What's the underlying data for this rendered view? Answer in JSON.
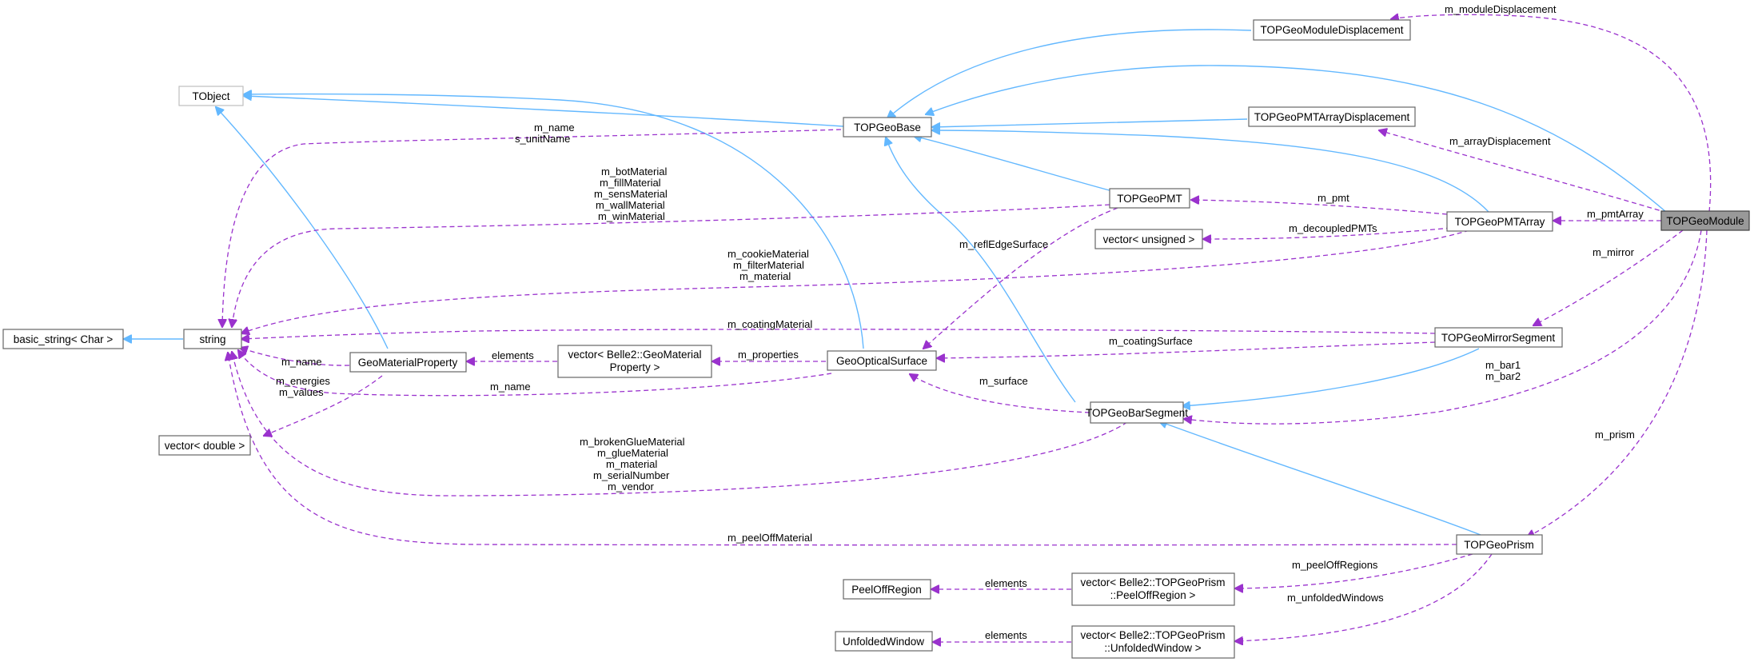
{
  "nodes": {
    "tobject": "TObject",
    "topgeobase": "TOPGeoBase",
    "topgeomoduledisplacement": "TOPGeoModuleDisplacement",
    "topgeopmtarraydisplacement": "TOPGeoPMTArrayDisplacement",
    "topgeopmt": "TOPGeoPMT",
    "topgeopmtarray": "TOPGeoPMTArray",
    "topgeomodule": "TOPGeoModule",
    "vector_unsigned": "vector< unsigned >",
    "basic_string": "basic_string< Char >",
    "string": "string",
    "geomaterialproperty": "GeoMaterialProperty",
    "vector_geomat_1": "vector< Belle2::GeoMaterial",
    "vector_geomat_2": "Property >",
    "geopticalsurface": "GeoOpticalSurface",
    "topgeomirrorsegment": "TOPGeoMirrorSegment",
    "vector_double": "vector< double >",
    "topgeobarsegment": "TOPGeoBarSegment",
    "topgeoprism": "TOPGeoPrism",
    "peeloffregion": "PeelOffRegion",
    "vector_peeloff_1": "vector< Belle2::TOPGeoPrism",
    "vector_peeloff_2": "::PeelOffRegion >",
    "unfoldedwindow": "UnfoldedWindow",
    "vector_unfolded_1": "vector< Belle2::TOPGeoPrism",
    "vector_unfolded_2": "::UnfoldedWindow >"
  },
  "edge_labels": {
    "m_moduleDisplacement": "m_moduleDisplacement",
    "base_string_1": "m_name",
    "base_string_2": "s_unitName",
    "m_arrayDisplacement": "m_arrayDisplacement",
    "pmt_string_1": "m_botMaterial",
    "pmt_string_2": "m_fillMaterial",
    "pmt_string_3": "m_sensMaterial",
    "pmt_string_4": "m_wallMaterial",
    "pmt_string_5": "m_winMaterial",
    "m_pmt": "m_pmt",
    "m_pmtArray": "m_pmtArray",
    "m_reflEdgeSurface": "m_reflEdgeSurface",
    "m_decoupledPMTs": "m_decoupledPMTs",
    "array_string_1": "m_cookieMaterial",
    "array_string_2": "m_filterMaterial",
    "array_string_3": "m_material",
    "m_mirror": "m_mirror",
    "m_coatingMaterial": "m_coatingMaterial",
    "m_coatingSurface": "m_coatingSurface",
    "gmp_string": "m_name",
    "elements_gmp": "elements",
    "m_properties": "m_properties",
    "gmp_vector_1": "m_energies",
    "gmp_vector_2": "m_values",
    "gos_string": "m_name",
    "m_surface": "m_surface",
    "bars_1": "m_bar1",
    "bars_2": "m_bar2",
    "m_prism": "m_prism",
    "bar_string_1": "m_brokenGlueMaterial",
    "bar_string_2": "m_glueMaterial",
    "bar_string_3": "m_material",
    "bar_string_4": "m_serialNumber",
    "bar_string_5": "m_vendor",
    "m_peelOffMaterial": "m_peelOffMaterial",
    "m_peelOffRegions": "m_peelOffRegions",
    "elements_peeloff": "elements",
    "m_unfoldedWindows": "m_unfoldedWindows",
    "elements_unfolded": "elements"
  },
  "colors": {
    "inheritance_edge": "#63b8ff",
    "usage_edge": "#9a32cd",
    "node_border": "#666666",
    "focus_node_fill": "#999999"
  }
}
